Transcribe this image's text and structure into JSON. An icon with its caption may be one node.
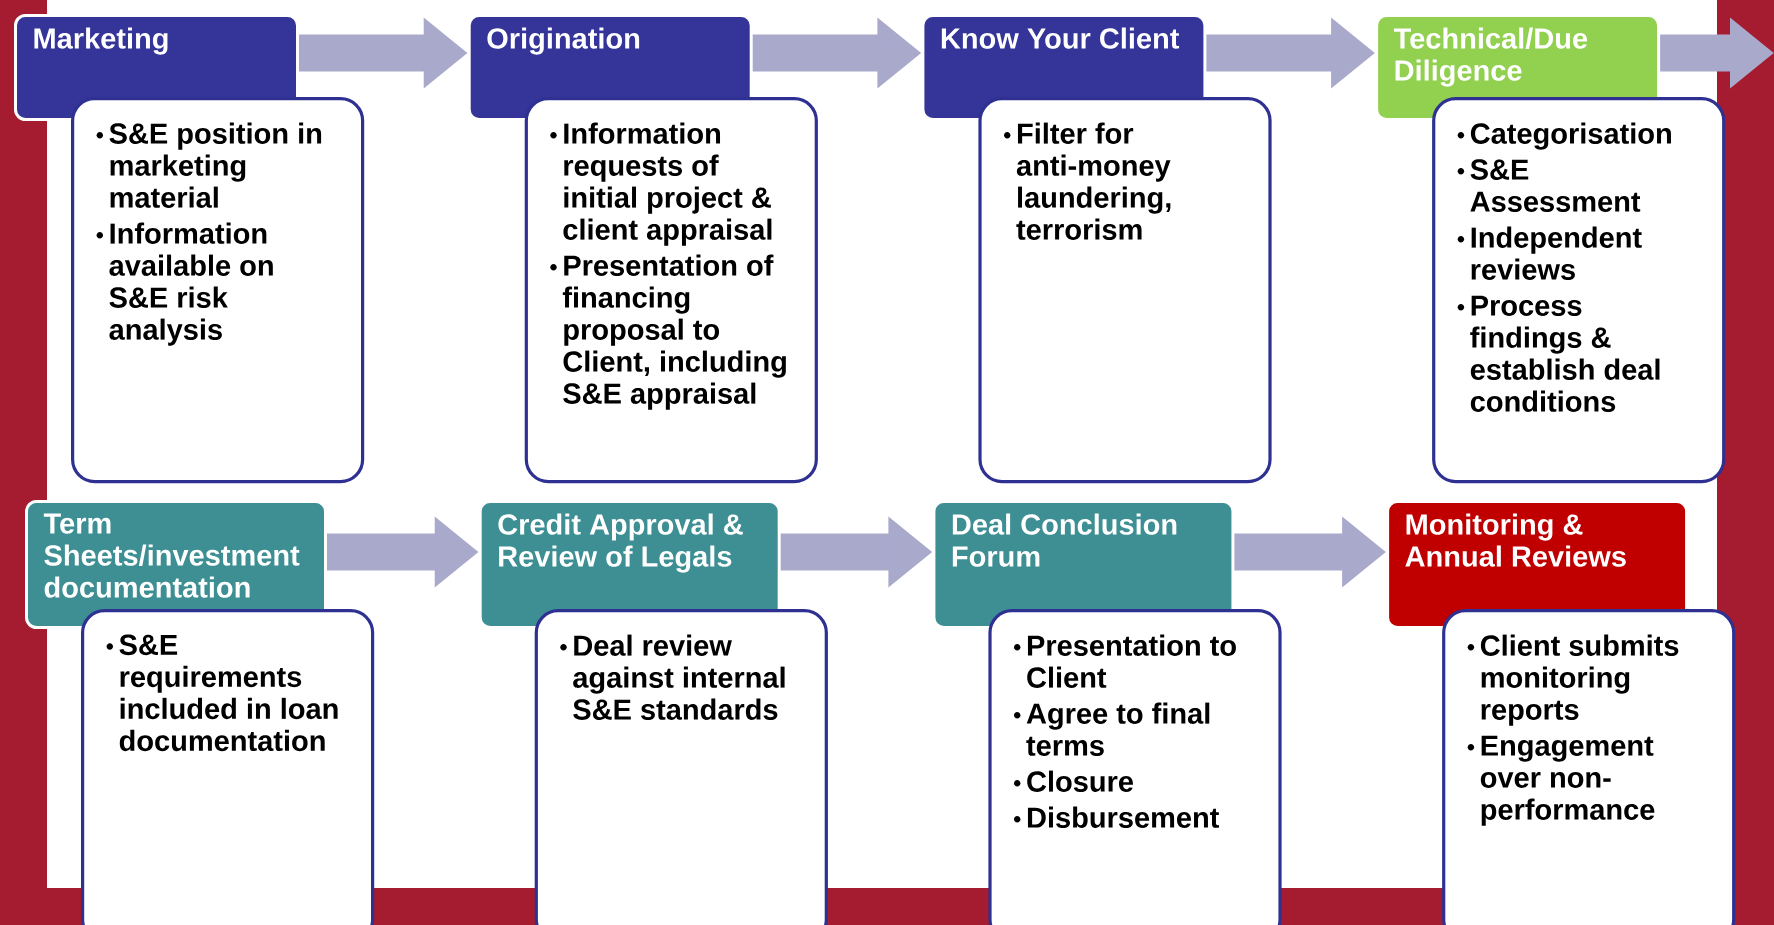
{
  "diagram": {
    "nodes": [
      {
        "text": [
          "Marketing"
        ]
      },
      {
        "text": [
          "S&E position in marketing material",
          "Information available on S&E risk analysis"
        ]
      },
      {
        "text": [
          "Origination"
        ]
      },
      {
        "text": [
          "Information requests of initial project & client appraisal",
          "Presentation of financing proposal to Client, including S&E appraisal"
        ]
      },
      {
        "text": [
          "Know Your Client"
        ]
      },
      {
        "text": [
          "Filter for anti-money laundering, terrorism"
        ]
      },
      {
        "text": [
          "Technical/Due Diligence"
        ]
      },
      {
        "text": [
          "Categorisation",
          "S&E Assessment",
          "Independent reviews",
          "Process findings & establish deal conditions"
        ]
      },
      {
        "text": [
          "Term Sheets/investment documentation"
        ]
      },
      {
        "text": [
          "S&E requirements included in loan documentation"
        ]
      },
      {
        "text": [
          "Credit Approval & Review of Legals"
        ]
      },
      {
        "text": [
          "Deal review against internal S&E standards"
        ]
      },
      {
        "text": [
          "Deal Conclusion Forum"
        ]
      },
      {
        "text": [
          "Presentation to Client",
          "Agree to final terms",
          "Closure",
          "Disbursement"
        ]
      },
      {
        "text": [
          "Monitoring & Annual Reviews"
        ]
      },
      {
        "text": [
          "Client submits monitoring reports",
          "Engagement over non-performance"
        ]
      }
    ],
    "edges": [
      {
        "from": 0,
        "to": 2,
        "arrow": "to"
      },
      {
        "from": 2,
        "to": 4,
        "arrow": "to"
      },
      {
        "from": 4,
        "to": 6,
        "arrow": "to"
      },
      {
        "from": 6,
        "to": null,
        "arrow": "to"
      },
      {
        "from": 8,
        "to": 10,
        "arrow": "to"
      },
      {
        "from": 10,
        "to": 12,
        "arrow": "to"
      },
      {
        "from": 12,
        "to": 14,
        "arrow": "to"
      }
    ]
  }
}
